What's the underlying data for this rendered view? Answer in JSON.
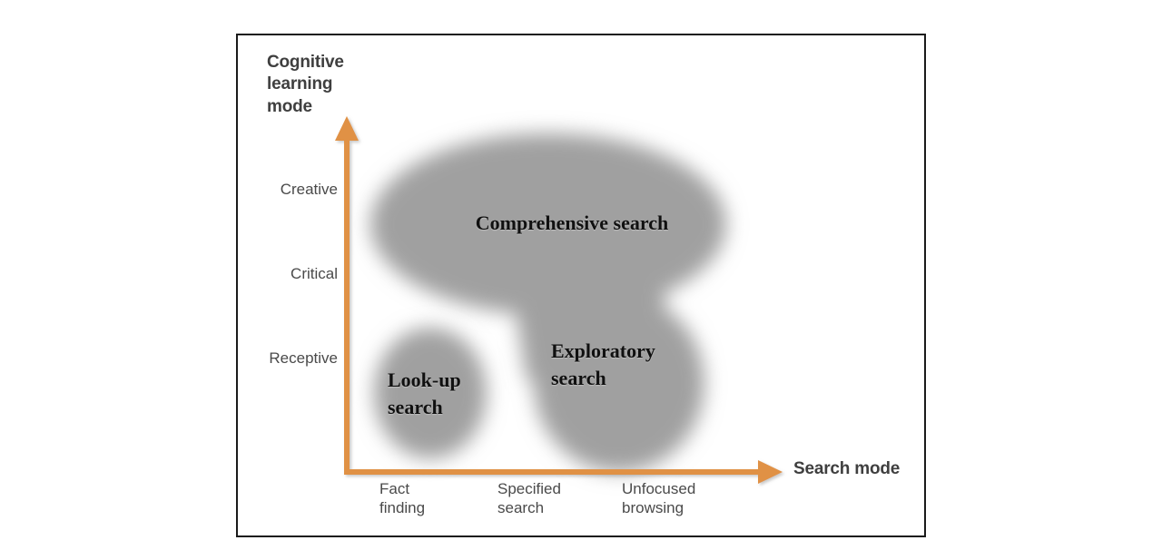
{
  "figure": {
    "frame_border_color": "#1a1a1a",
    "background_color": "#ffffff"
  },
  "axes": {
    "accent_color": "#e09144",
    "y": {
      "title": "Cognitive\nlearning\nmode",
      "ticks": [
        "Creative",
        "Critical",
        "Receptive"
      ]
    },
    "x": {
      "title": "Search mode",
      "ticks": [
        "Fact\nfinding",
        "Specified\nsearch",
        "Unfocused\nbrowsing"
      ]
    }
  },
  "blobs": {
    "fill_color": "#a0a0a0",
    "items": [
      {
        "id": "comprehensive",
        "label": "Comprehensive search"
      },
      {
        "id": "exploratory",
        "label": "Exploratory\nsearch"
      },
      {
        "id": "lookup",
        "label": "Look-up\nsearch"
      }
    ]
  },
  "chart_data": {
    "type": "scatter",
    "title": "",
    "xlabel": "Search mode",
    "ylabel": "Cognitive learning mode",
    "x_tick_labels": [
      "Fact finding",
      "Specified search",
      "Unfocused browsing"
    ],
    "y_tick_labels": [
      "Receptive",
      "Critical",
      "Creative"
    ],
    "grid": false,
    "legend": "none",
    "regions": [
      {
        "name": "Comprehensive search",
        "shape": "ellipse",
        "x_span": [
          "Fact finding",
          "Unfocused browsing"
        ],
        "y_span": [
          "Critical",
          "Creative"
        ],
        "center_x_category": "Specified search",
        "center_y_category": "Creative"
      },
      {
        "name": "Exploratory search",
        "shape": "circle",
        "x_span": [
          "Specified search",
          "Unfocused browsing"
        ],
        "y_span": [
          "Receptive",
          "Critical"
        ],
        "center_x_category": "Unfocused browsing",
        "center_y_category": "Receptive"
      },
      {
        "name": "Look-up search",
        "shape": "ellipse",
        "x_span": [
          "Fact finding",
          "Fact finding"
        ],
        "y_span": [
          "Receptive",
          "Receptive"
        ],
        "center_x_category": "Fact finding",
        "center_y_category": "Receptive"
      }
    ]
  }
}
